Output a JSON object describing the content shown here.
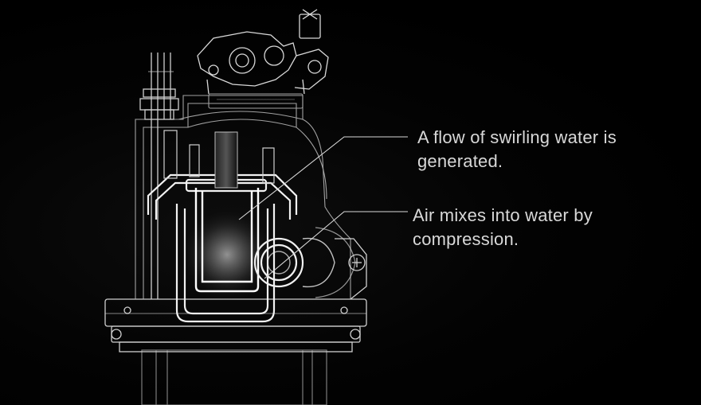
{
  "callouts": [
    {
      "line1": "A flow of swirling water is",
      "line2": "generated."
    },
    {
      "line1": "Air mixes into water by",
      "line2": "compression."
    }
  ],
  "colors": {
    "background": "#000000",
    "wireframe": "#e6e6e6",
    "text": "#d8d8d8"
  }
}
